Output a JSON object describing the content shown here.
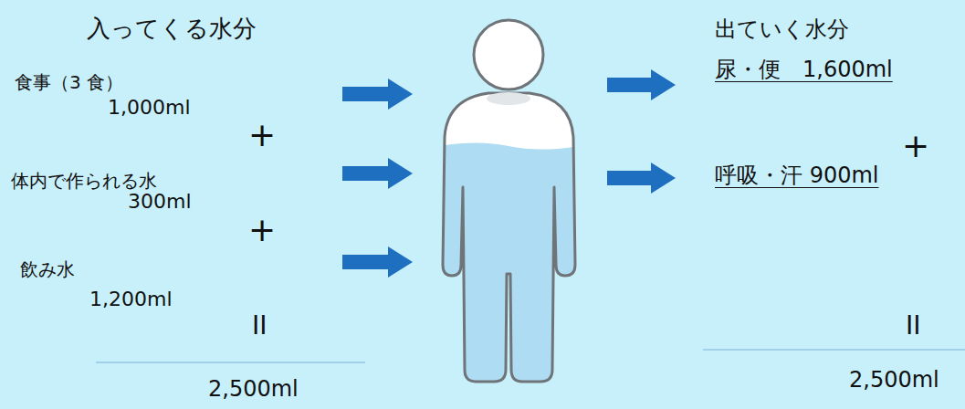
{
  "diagram": {
    "labels": [
      "入ってくる水分",
      "出ていく水分",
      "食事（3 食）",
      "1,000ml",
      "+",
      "体内で作られる水",
      "300ml",
      "+",
      "飲み水",
      "1,200ml",
      "II",
      "2,500ml",
      "尿・便　1,600ml",
      "+",
      "呼吸・汗 900ml",
      "II",
      "2,500ml"
    ]
  }
}
